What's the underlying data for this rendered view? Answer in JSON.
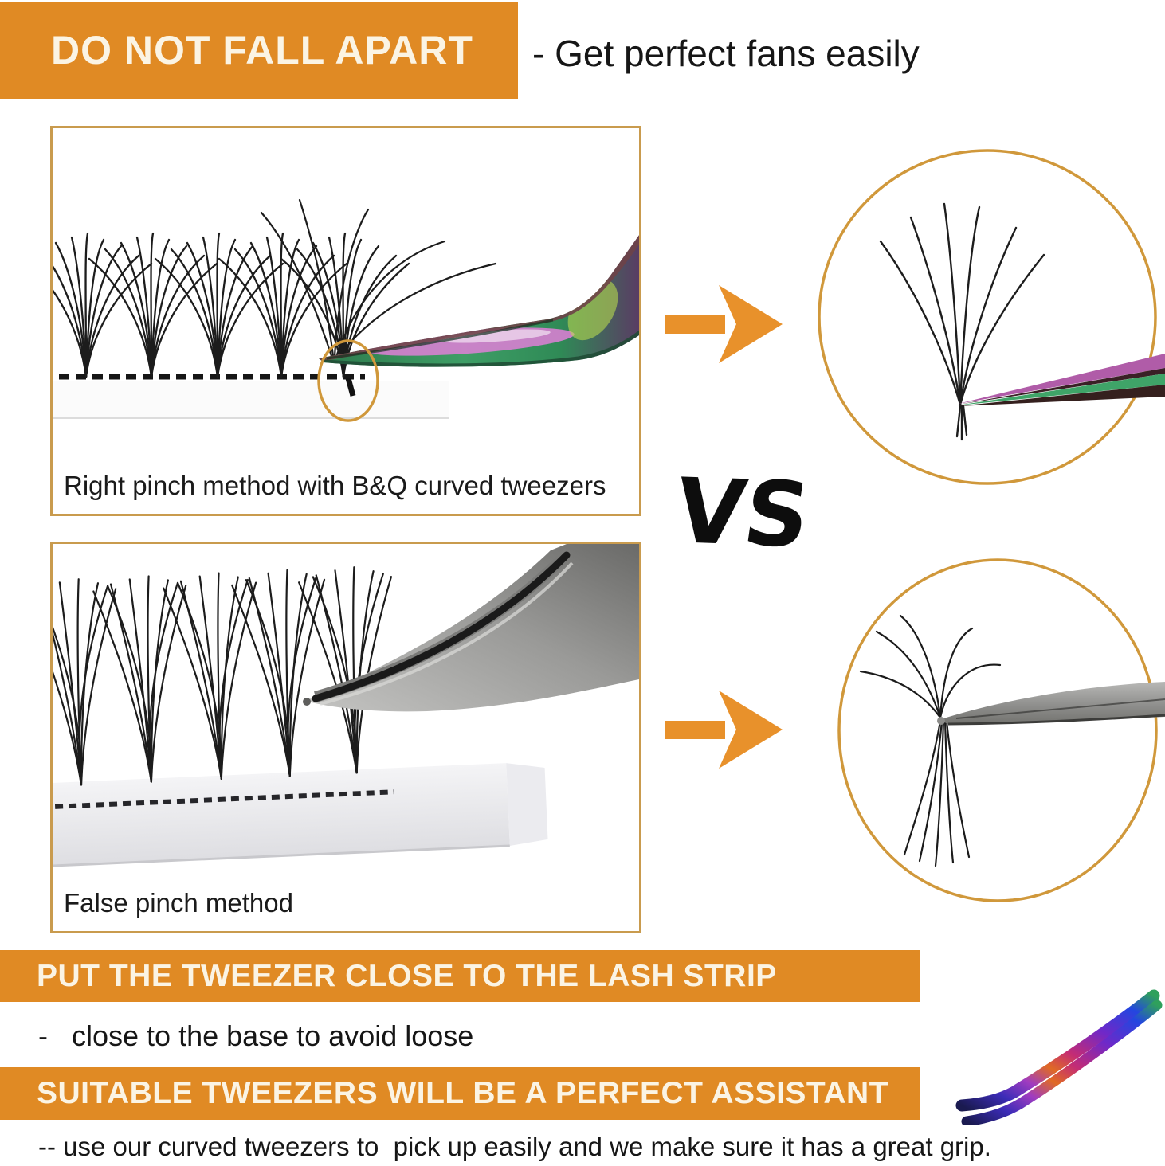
{
  "header": {
    "title": "DO NOT FALL APART",
    "subtitle": "- Get perfect fans easily"
  },
  "vs_label": "VS",
  "panels": [
    {
      "caption": "Right pinch method with B&Q curved tweezers"
    },
    {
      "caption": "False pinch method"
    }
  ],
  "sections": [
    {
      "heading": "PUT THE TWEEZER CLOSE TO THE LASH STRIP",
      "body": "-   close to the base to avoid loose"
    },
    {
      "heading": "SUITABLE TWEEZERS WILL BE A PERFECT ASSISTANT",
      "body": "-- use our curved tweezers to  pick up easily and we make sure it has a great grip."
    }
  ],
  "colors": {
    "banner_orange": "#E08A24",
    "banner_text": "#FBF4E4",
    "gold_border": "#C99B4E",
    "annotation_gold": "#D0983B",
    "arrow_orange": "#E8912B",
    "text_black": "#111111"
  }
}
